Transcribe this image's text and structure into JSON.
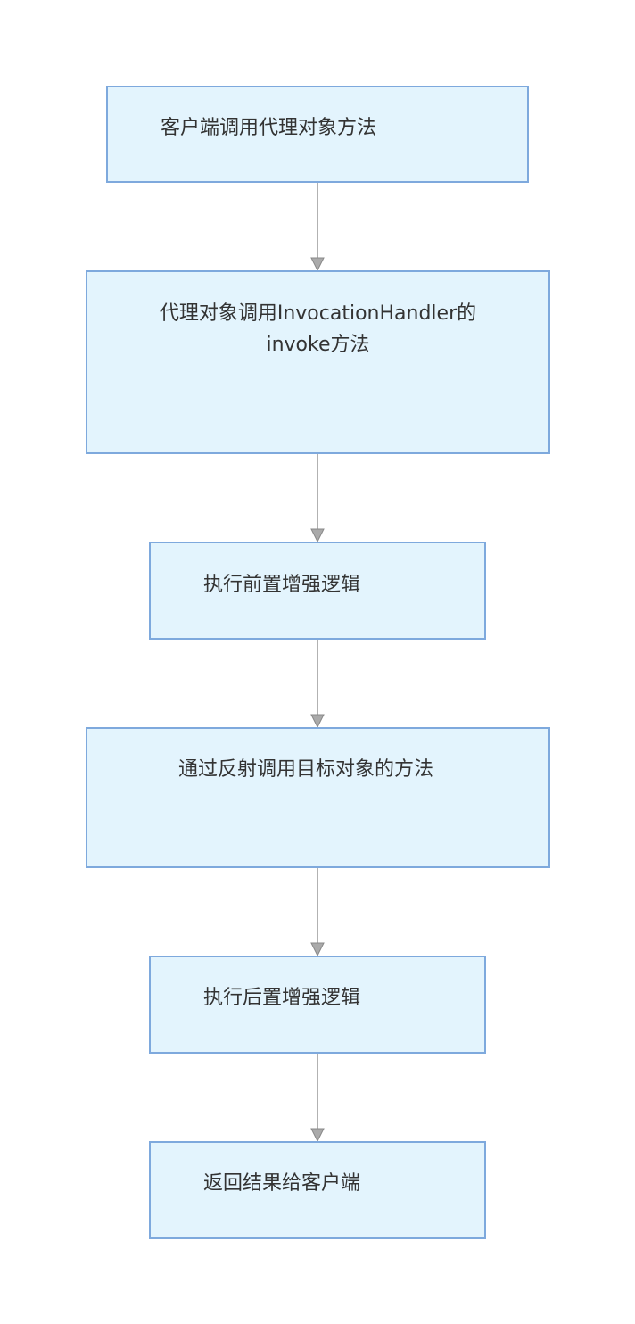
{
  "diagram": {
    "nodes": [
      {
        "id": "n1",
        "lines": [
          "客户端调用代理对象方法"
        ]
      },
      {
        "id": "n2",
        "lines": [
          "代理对象调用InvocationHandler的",
          "invoke方法"
        ]
      },
      {
        "id": "n3",
        "lines": [
          "执行前置增强逻辑"
        ]
      },
      {
        "id": "n4",
        "lines": [
          "通过反射调用目标对象的方法"
        ]
      },
      {
        "id": "n5",
        "lines": [
          "执行后置增强逻辑"
        ]
      },
      {
        "id": "n6",
        "lines": [
          "返回结果给客户端"
        ]
      }
    ],
    "edges": [
      {
        "from": "n1",
        "to": "n2"
      },
      {
        "from": "n2",
        "to": "n3"
      },
      {
        "from": "n3",
        "to": "n4"
      },
      {
        "from": "n4",
        "to": "n5"
      },
      {
        "from": "n5",
        "to": "n6"
      }
    ],
    "colors": {
      "node_fill": "#e3f4fd",
      "node_border": "#7ea9dd",
      "edge": "#999999",
      "text": "#333333"
    }
  }
}
